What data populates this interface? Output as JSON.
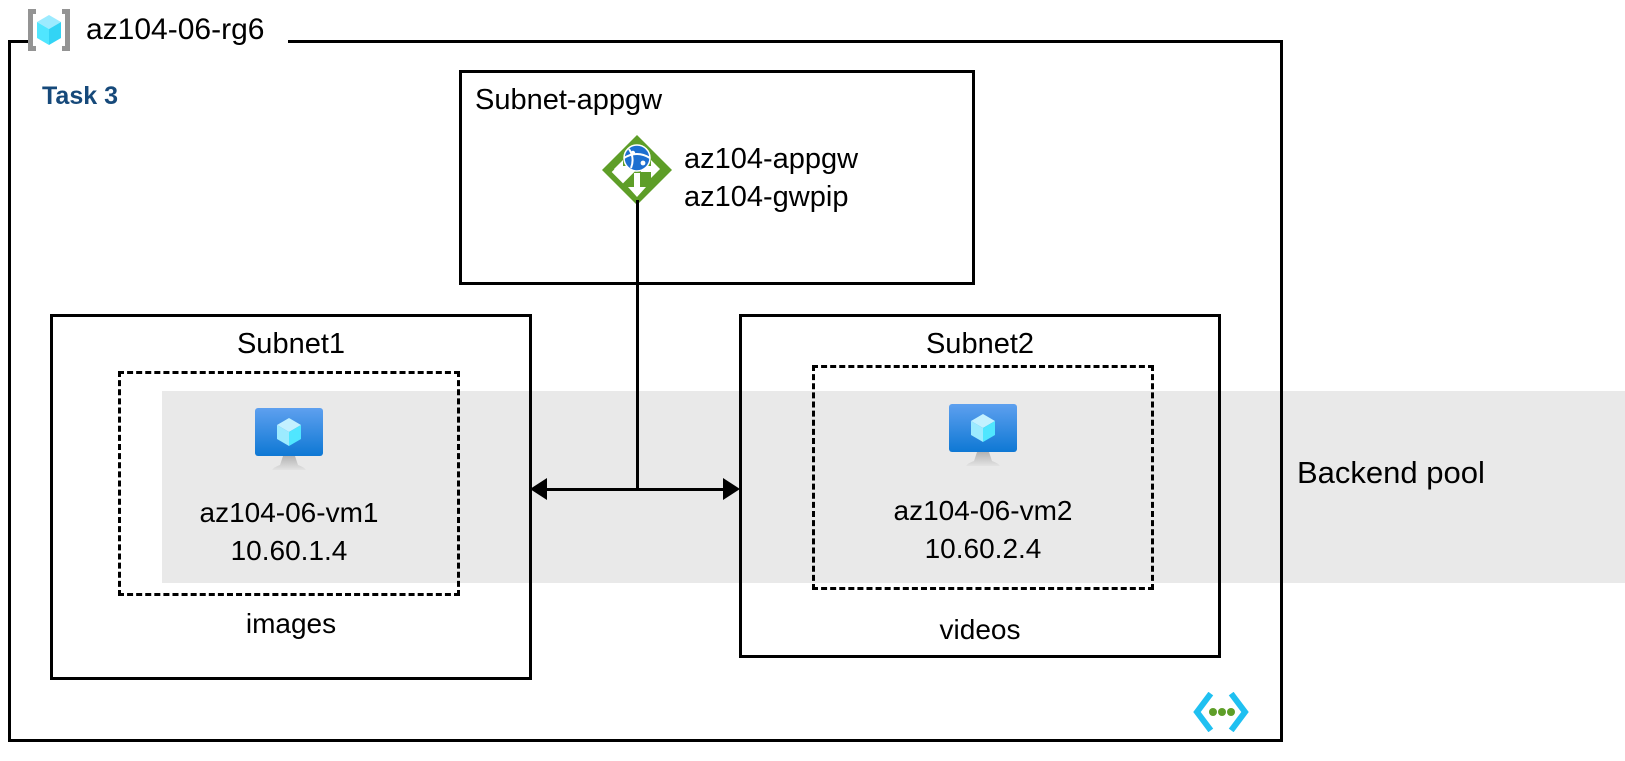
{
  "diagram": {
    "resource_group": {
      "name": "az104-06-rg6",
      "icon": "resource-group-cube-icon"
    },
    "task_label": "Task 3",
    "backend_pool": {
      "label": "Backend pool",
      "band_color": "#e9e9e9"
    },
    "appgw_subnet": {
      "title": "Subnet-appgw",
      "icon": "application-gateway-icon",
      "resources": [
        "az104-appgw",
        "az104-gwpip"
      ]
    },
    "subnets": [
      {
        "title": "Subnet1",
        "icon": "virtual-machine-icon",
        "vm_name": "az104-06-vm1",
        "vm_ip": "10.60.1.4",
        "footer": "images"
      },
      {
        "title": "Subnet2",
        "icon": "virtual-machine-icon",
        "vm_name": "az104-06-vm2",
        "vm_ip": "10.60.2.4",
        "footer": "videos"
      }
    ],
    "code_icon": "code-brackets-icon",
    "colors": {
      "task_text": "#16497a",
      "appgw_green": "#5e9e28",
      "vm_blue": "#2e8ae0",
      "cube_cyan": "#50e6ff",
      "band_gray": "#e9e9e9",
      "bracket_gray": "#949494",
      "code_cyan": "#1fc0f1",
      "code_green": "#5e9e28"
    }
  }
}
